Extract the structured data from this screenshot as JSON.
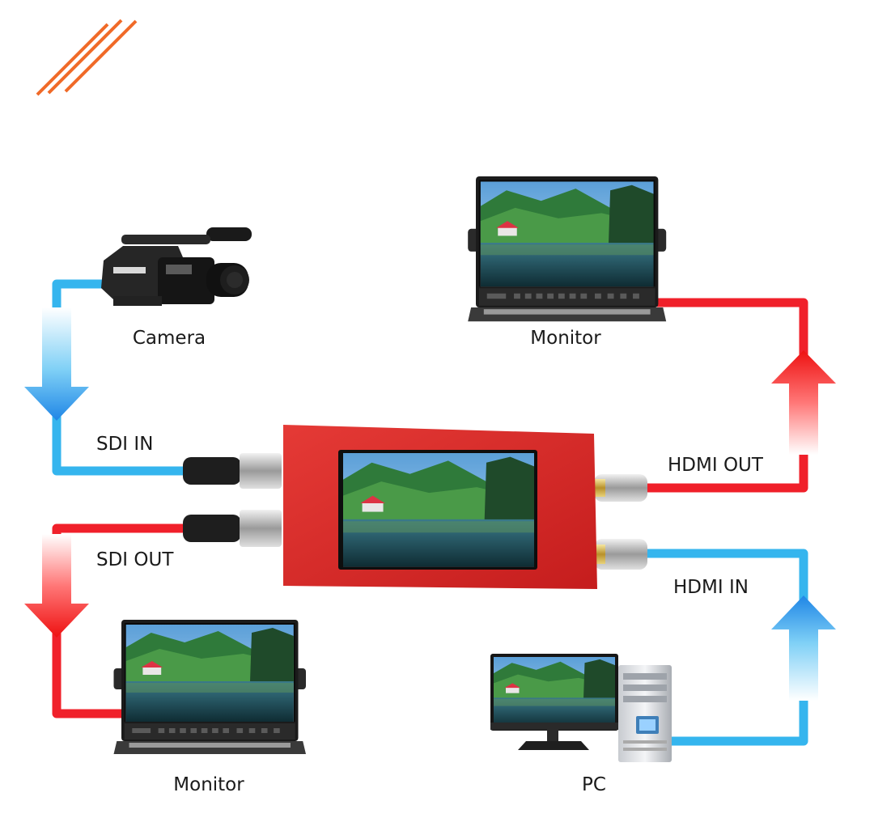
{
  "labels": {
    "camera": "Camera",
    "monitor_top": "Monitor",
    "monitor_bottom": "Monitor",
    "pc": "PC",
    "sdi_in": "SDI IN",
    "sdi_out": "SDI OUT",
    "hdmi_out": "HDMI OUT",
    "hdmi_in": "HDMI IN"
  },
  "colors": {
    "accent_stripes": "#f06a28",
    "signal_in": "#35b5ee",
    "signal_out": "#f0202a",
    "converter_body": "#d72a2a"
  },
  "icons": {
    "decor": "orange-stripes-icon",
    "camera": "camcorder-icon",
    "monitor": "field-monitor-icon",
    "pc": "desktop-pc-icon",
    "converter": "converter-box-icon"
  }
}
